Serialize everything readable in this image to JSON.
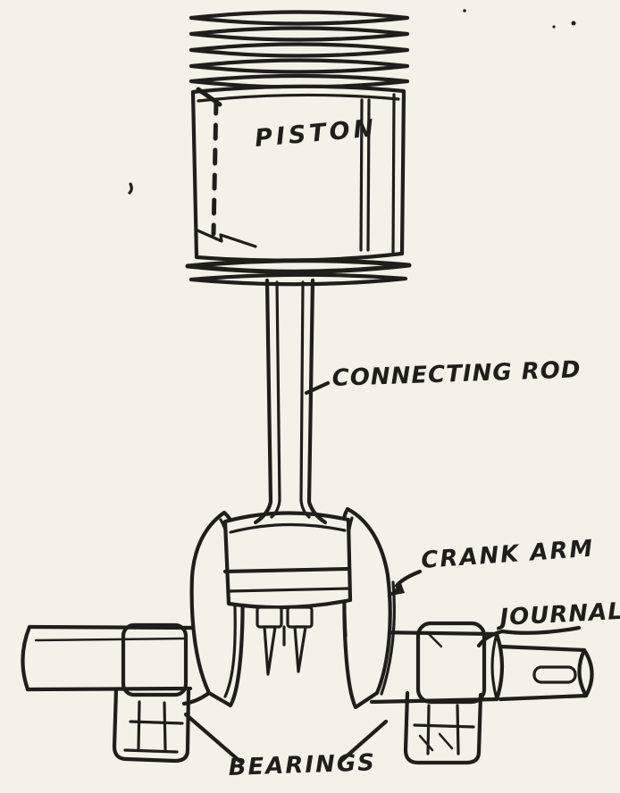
{
  "figure": {
    "labels": {
      "piston": "PISTON",
      "connecting_rod": "CONNECTING ROD",
      "crank_arm": "CRANK ARM",
      "journal": "JOURNAL",
      "bearings": "BEARINGS"
    }
  },
  "colors": {
    "paper": "#f5f1e8",
    "ink": "#211e1a"
  }
}
